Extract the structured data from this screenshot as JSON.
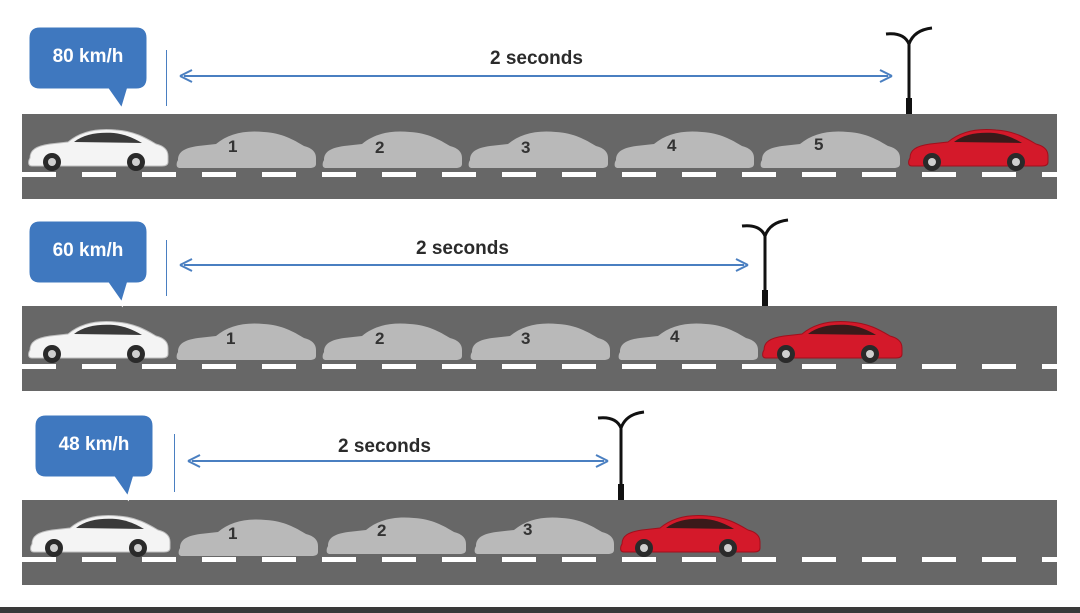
{
  "colors": {
    "bubble": "#3f78bf",
    "arrow": "#4a7fc1",
    "road": "#676767",
    "ghost_car": "#b9b9b9",
    "white_car": "#f4f4f4",
    "red_car": "#d4192a"
  },
  "icons": [
    "speech-bubble",
    "street-lamp-icon",
    "white-car-icon",
    "red-car-icon",
    "ghost-car-icon"
  ],
  "scenes": [
    {
      "speed": "80 km/h",
      "gap_label": "2 seconds",
      "ghost_cars": [
        "1",
        "2",
        "3",
        "4",
        "5"
      ]
    },
    {
      "speed": "60 km/h",
      "gap_label": "2 seconds",
      "ghost_cars": [
        "1",
        "2",
        "3",
        "4"
      ]
    },
    {
      "speed": "48 km/h",
      "gap_label": "2 seconds",
      "ghost_cars": [
        "1",
        "2",
        "3"
      ]
    }
  ]
}
